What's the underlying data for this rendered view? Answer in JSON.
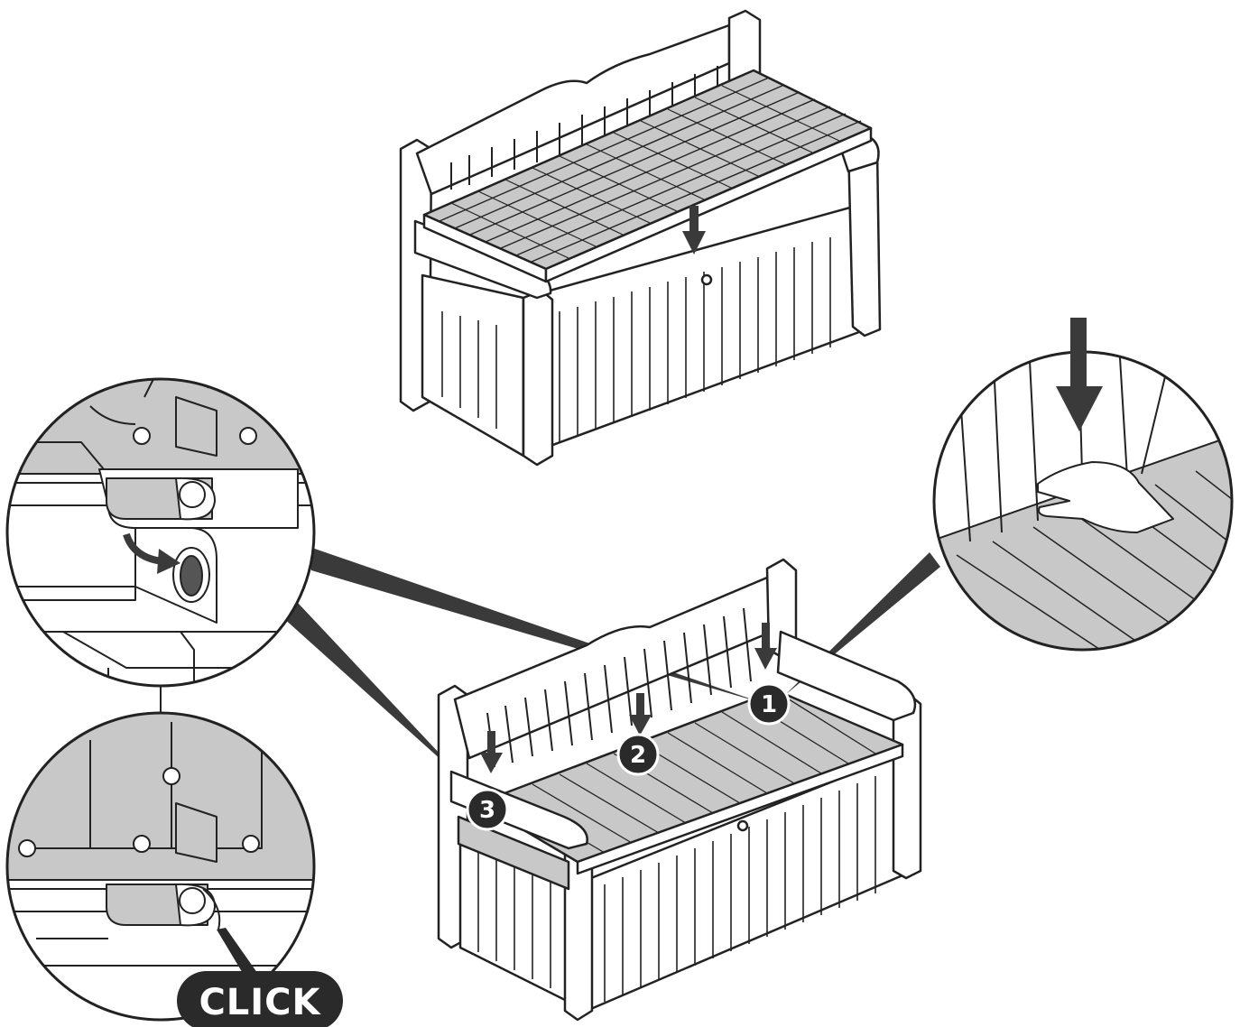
{
  "colors": {
    "line": "#222222",
    "fill_gray": "#c8c8c8",
    "fill_dark": "#555555",
    "arrow": "#3a3a3a",
    "badge": "#2a2a2a",
    "white": "#ffffff"
  },
  "steps": [
    {
      "number": "1"
    },
    {
      "number": "2"
    },
    {
      "number": "3"
    }
  ],
  "click_label": "CLICK",
  "icons": [
    "down-arrow-icon",
    "curved-arrow-icon",
    "hand-icon"
  ]
}
